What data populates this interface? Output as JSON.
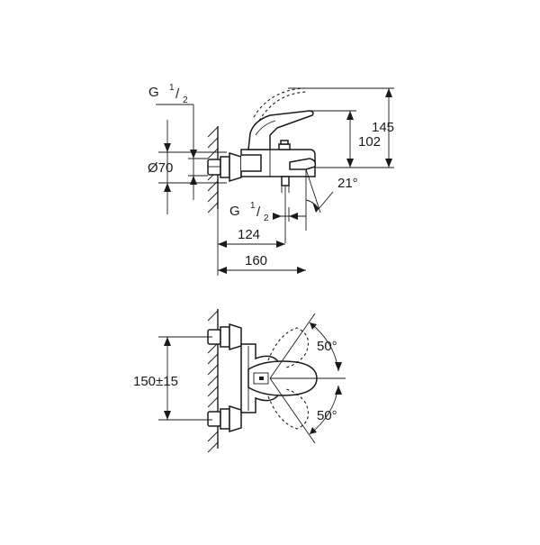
{
  "side_view": {
    "thread_top": {
      "prefix": "G ",
      "num": "1",
      "sep": "/",
      "den": "2"
    },
    "diameter": "Ø70",
    "height_102": "102",
    "height_145": "145",
    "angle": "21°",
    "thread_bottom": {
      "prefix": "G ",
      "num": "1",
      "sep": "/",
      "den": "2"
    },
    "depth_124": "124",
    "depth_160": "160"
  },
  "front_view": {
    "spacing": "150±15",
    "angle_up": "50°",
    "angle_down": "50°"
  }
}
